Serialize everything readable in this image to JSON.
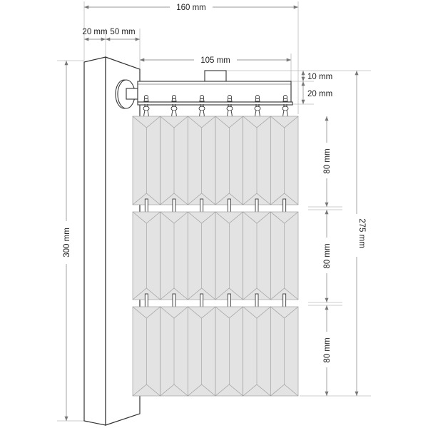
{
  "title": "Vertical blind with bracket – dimension drawing",
  "colors": {
    "line": "#333333",
    "dim": "#999999",
    "panel": "#e3e3e4",
    "panel_edge": "#a0a0a0"
  },
  "dimensions": {
    "total_width": "160 mm",
    "wall_offset": "20 mm",
    "bracket_depth": "50 mm",
    "rail_width": "105 mm",
    "knob_height": "10 mm",
    "rail_height": "20 mm",
    "post_height": "300 mm",
    "total_drop": "275 mm",
    "panel_heights": [
      "80 mm",
      "80 mm",
      "80 mm"
    ]
  },
  "panel_rows": 3,
  "slats_per_row": 6
}
